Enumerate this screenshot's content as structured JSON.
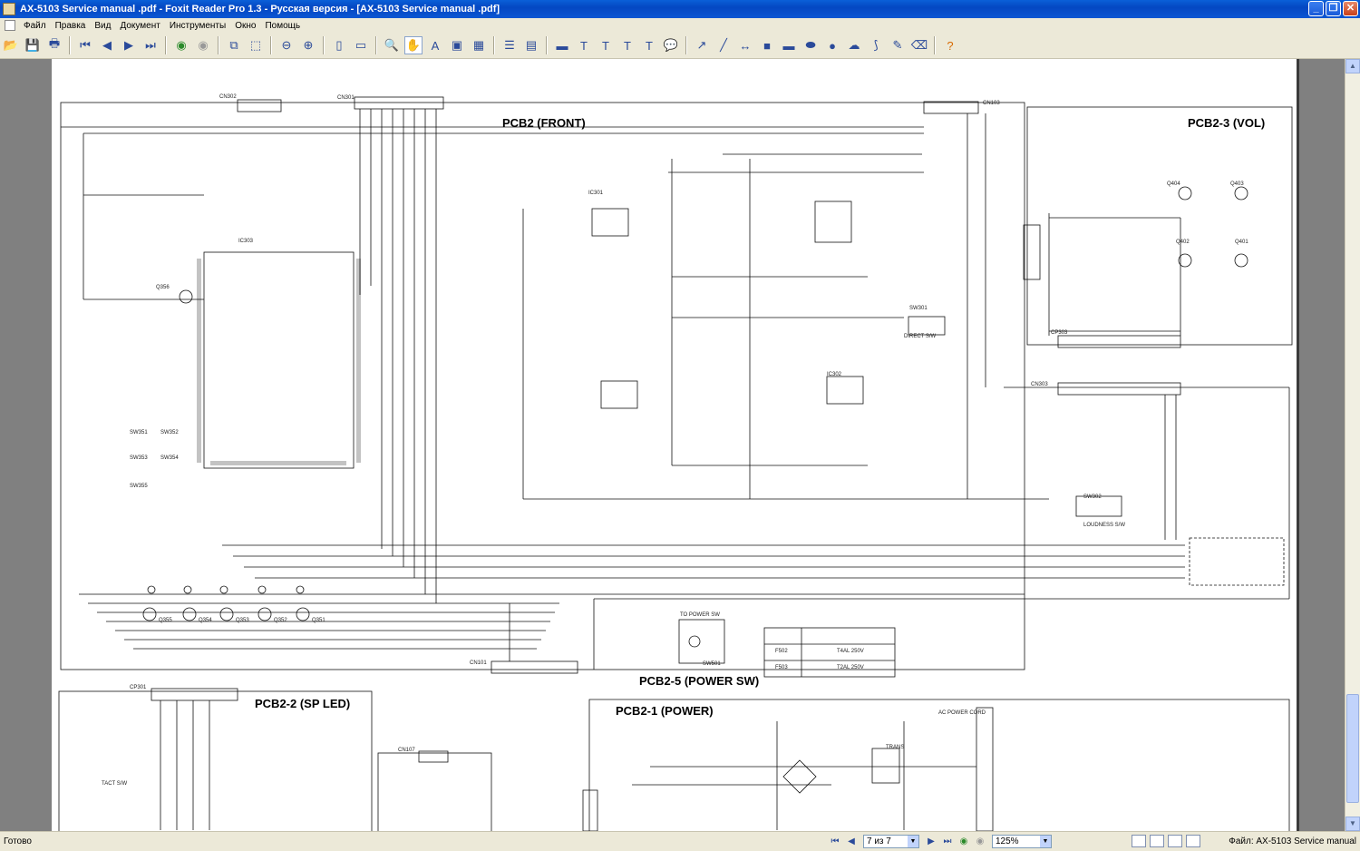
{
  "window": {
    "title": "AX-5103 Service manual .pdf - Foxit Reader Pro 1.3 - Русская версия - [AX-5103 Service manual .pdf]",
    "minimize": "_",
    "restore": "❐",
    "close": "✕"
  },
  "menu": [
    "Файл",
    "Правка",
    "Вид",
    "Документ",
    "Инструменты",
    "Окно",
    "Помощь"
  ],
  "toolbar": {
    "icons": [
      "open-icon",
      "save-icon",
      "print-icon",
      "first-page-icon",
      "prev-page-icon",
      "next-page-icon",
      "last-page-icon",
      "back-icon",
      "forward-icon",
      "copy-icon",
      "select-icon",
      "zoom-out-icon",
      "zoom-in-icon",
      "page-icon",
      "two-page-icon",
      "find-icon",
      "hand-icon",
      "text-select-icon",
      "snapshot-icon",
      "image-icon",
      "form-icon",
      "bookmark-icon",
      "highlight-icon",
      "underline-icon",
      "strikeout-icon",
      "squiggly-icon",
      "text-icon",
      "note-icon",
      "arrow-icon",
      "line-icon",
      "dimension-icon",
      "rect-icon",
      "square-icon",
      "ellipse-icon",
      "circle-icon",
      "cloud-icon",
      "polyline-icon",
      "pencil-icon",
      "eraser-icon",
      "help-icon"
    ]
  },
  "schematic": {
    "boards": {
      "front": "PCB2 (FRONT)",
      "vol": "PCB2-3 (VOL)",
      "power_sw": "PCB2-5 (POWER SW)",
      "sp_led": "PCB2-2 (SP LED)",
      "power": "PCB2-1 (POWER)"
    },
    "connectors": [
      "CN302",
      "CN301",
      "CN103",
      "CN303",
      "CN101",
      "CP303",
      "CP301",
      "CN107"
    ],
    "parts": [
      "IC303",
      "IC301",
      "IC302",
      "SW301",
      "SW302",
      "SW501",
      "SW355",
      "SW353",
      "SW351",
      "SW352",
      "SW354",
      "Q356",
      "Q355",
      "Q354",
      "Q353",
      "Q352",
      "Q351",
      "Q404",
      "Q403",
      "Q402",
      "Q401",
      "F502",
      "F503"
    ],
    "notes": {
      "direct": "DIRECT S/W",
      "loudness": "LOUDNESS S/W",
      "tact": "TACT S/W",
      "fuse_t4al": "T4AL 250V",
      "fuse_t2al": "T2AL 250V",
      "to_power_sw": "TO POWER SW",
      "ac_cord": "AC POWER CORD",
      "trans": "TRANS"
    }
  },
  "status": {
    "ready": "Готово",
    "page": "7 из 7",
    "zoom": "125%",
    "file": "Файл: AX-5103 Service manual"
  }
}
